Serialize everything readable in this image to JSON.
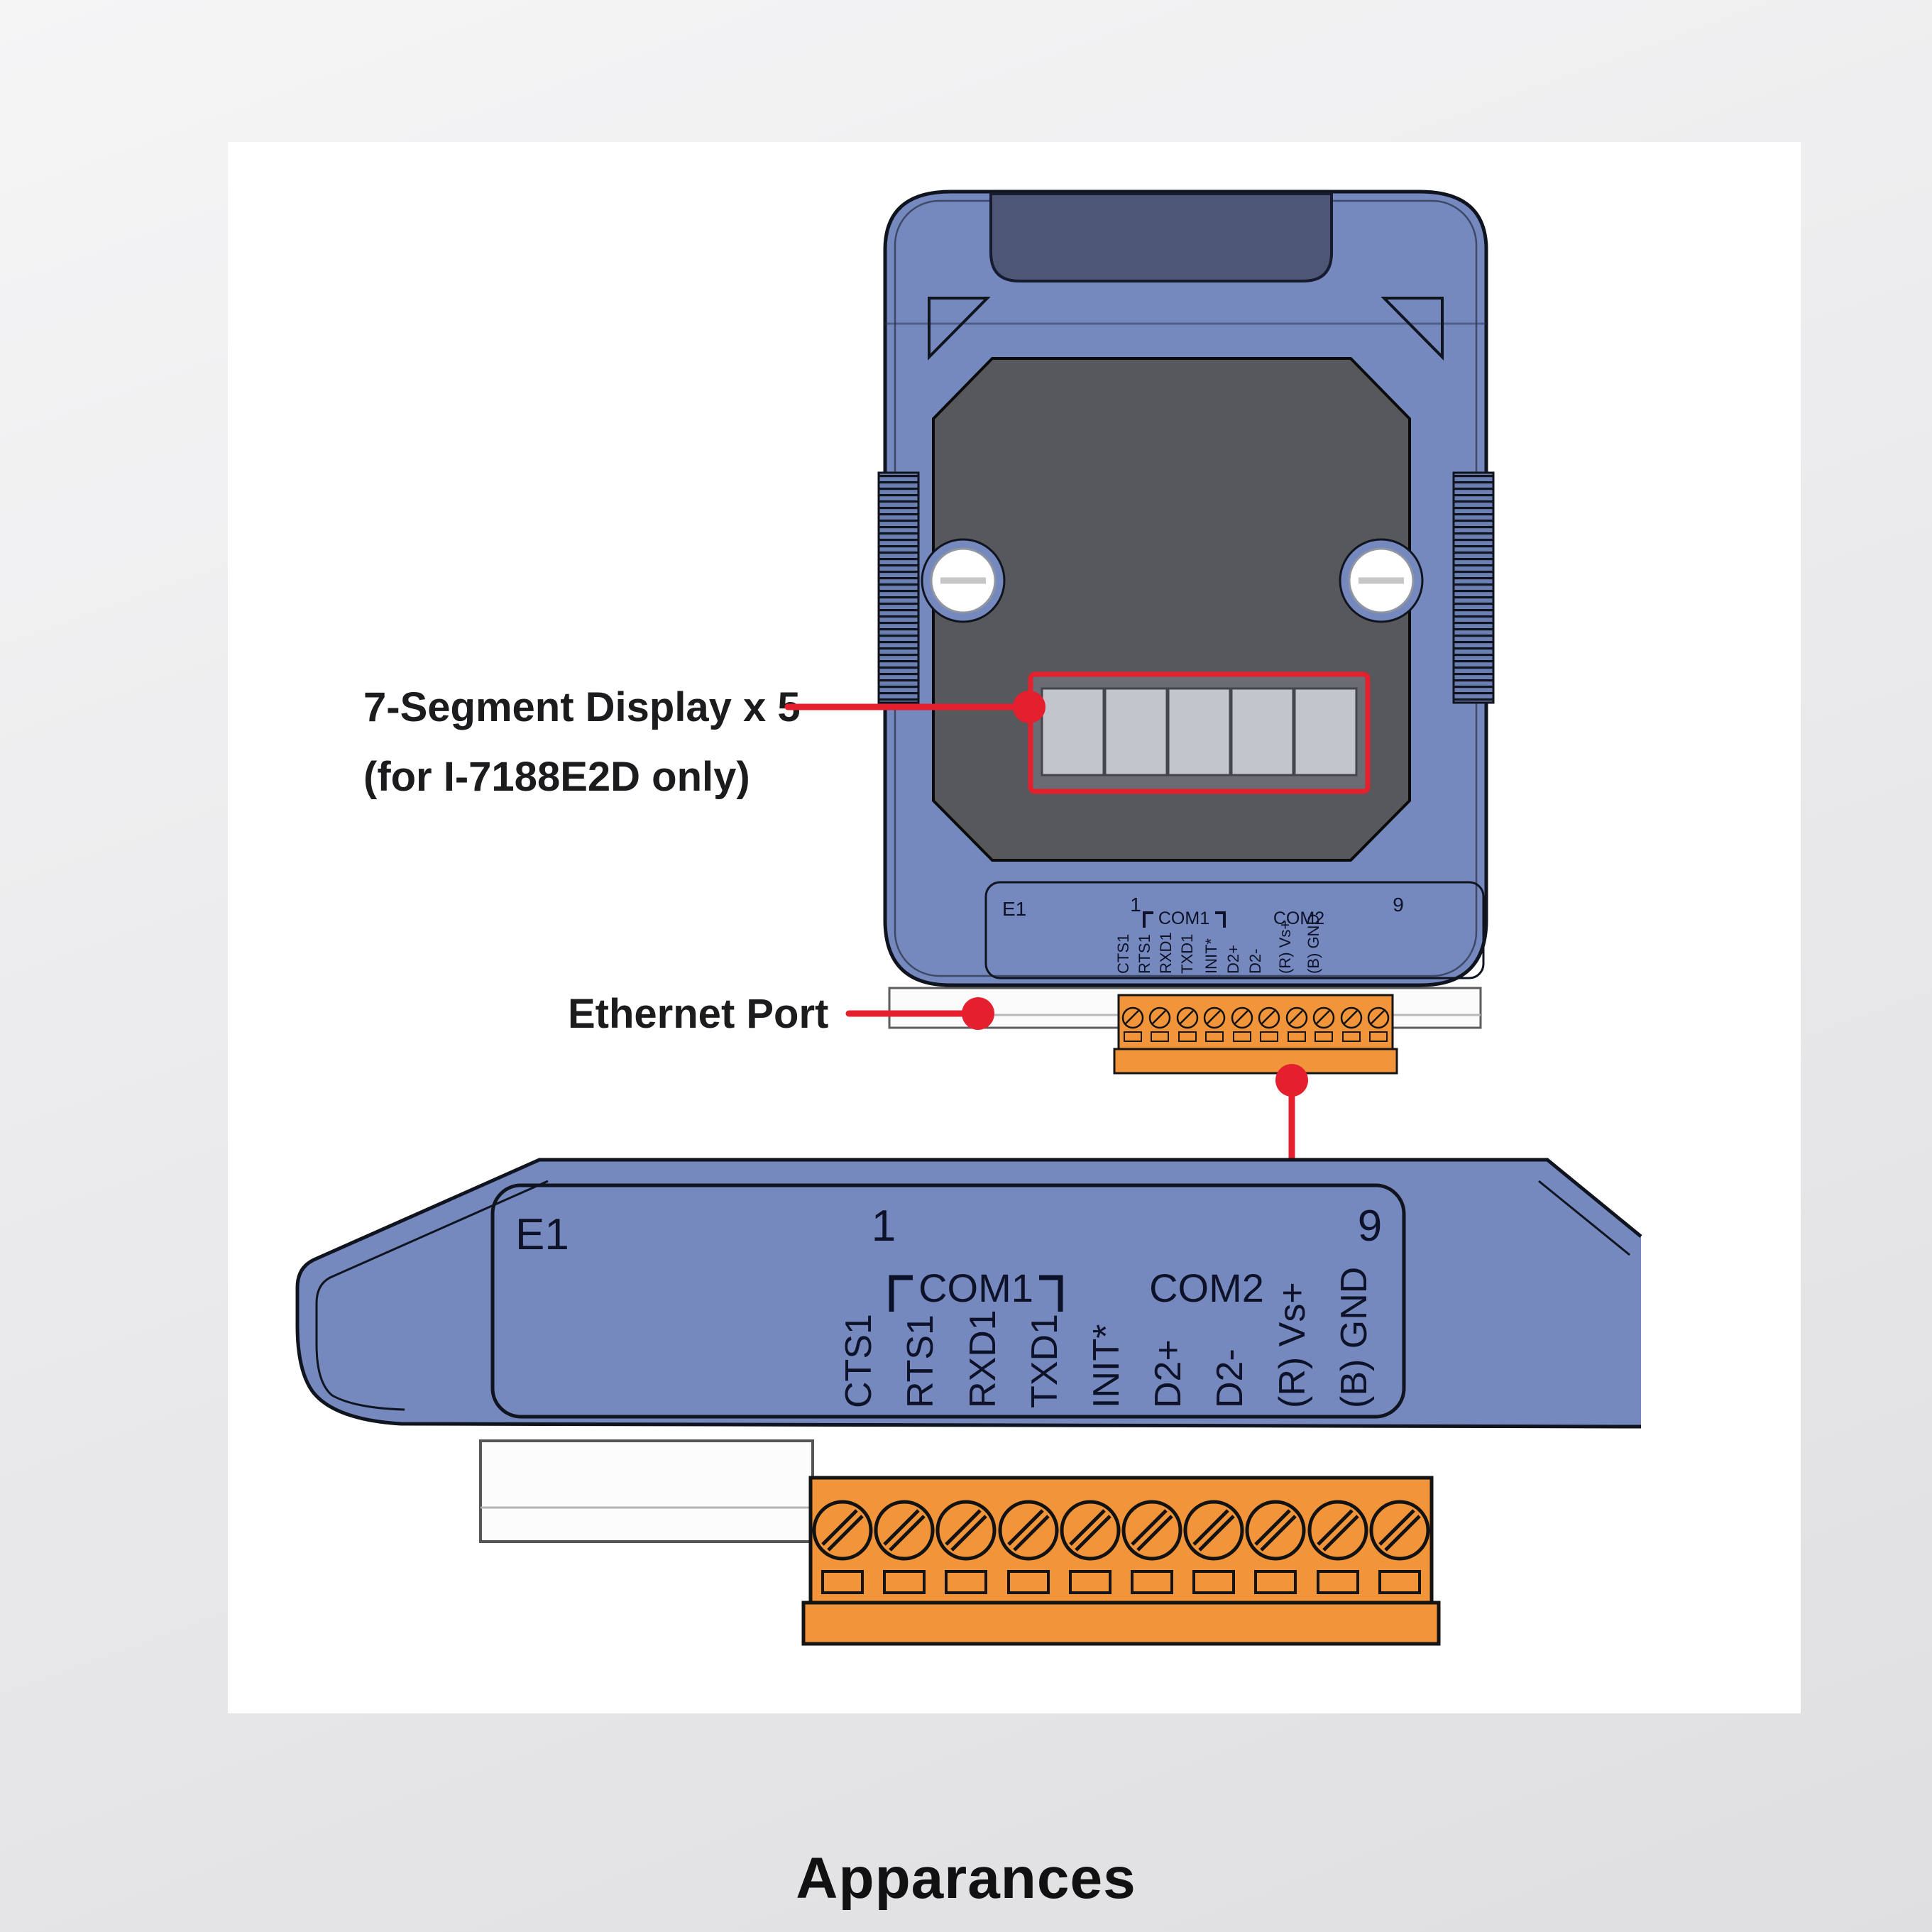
{
  "figure": {
    "caption": "Apparances"
  },
  "callouts": {
    "seven_segment": {
      "line1": "7-Segment Display x 5",
      "line2": "(for I-7188E2D only)"
    },
    "ethernet": {
      "label": "Ethernet Port"
    }
  },
  "terminal_panel": {
    "port_label": "E1",
    "pin_number_first": "1",
    "pin_number_last": "9",
    "com1": "COM1",
    "com2": "COM2",
    "pins": [
      "CTS1",
      "RTS1",
      "RXD1",
      "TXD1",
      "INIT*",
      "D2+",
      "D2-",
      "(R) Vs+",
      "(B) GND"
    ]
  },
  "colors": {
    "module_blue": "#7589bf",
    "module_outline": "#10141f",
    "panel_dark": "#57585c",
    "display_gray": "#c2c5cb",
    "terminal_orange": "#f2953a",
    "callout_red": "#e4202e",
    "text_dark": "#0e1228"
  }
}
